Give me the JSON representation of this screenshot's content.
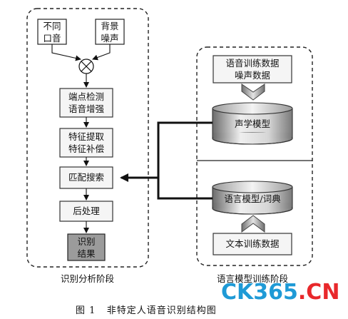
{
  "left_stage": {
    "label": "识别分析阶段",
    "inputs": {
      "accent": "不同\n口音",
      "noise": "背景\n噪声"
    },
    "steps": {
      "endpoint": "端点检测\n语音增强",
      "feature": "特征提取\n特征补偿",
      "search": "匹配搜索",
      "post": "后处理",
      "result": "识别\n结果"
    }
  },
  "right_stage": {
    "label": "语言模型训练阶段",
    "speech_training_data": "语音训练数据\n噪声数据",
    "acoustic_model": "声学模型",
    "language_model": "语言模型/词典",
    "text_training_data": "文本训练数据"
  },
  "caption": "图 1   非特定人语音识别结构图",
  "watermark": {
    "left": "CK365",
    "dot": ".",
    "right": "CN",
    "colors": {
      "left": "#1f9ad6",
      "dot": "#e8282b",
      "right": "#e8282b"
    }
  }
}
